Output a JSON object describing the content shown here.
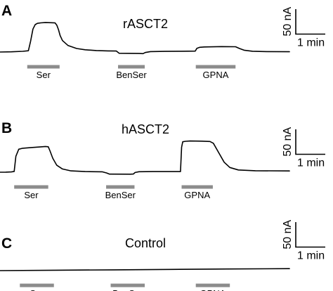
{
  "chart_data": [
    {
      "type": "line",
      "panel_letter": "A",
      "title": "rASCT2",
      "x_unit": "min",
      "y_unit": "nA",
      "xlim": [
        0,
        5.1
      ],
      "ylim": [
        -10,
        75
      ],
      "scale_bar": {
        "current_label": "50 nA",
        "current_value": 50,
        "time_label": "1 min",
        "time_value": 1
      },
      "applications": [
        {
          "label": "Ser",
          "start": 0.48,
          "end": 1.05
        },
        {
          "label": "BenSer",
          "start": 2.08,
          "end": 2.55
        },
        {
          "label": "GPNA",
          "start": 3.45,
          "end": 4.15
        }
      ],
      "series": [
        {
          "x": [
            0,
            0.2,
            0.4,
            0.5,
            0.54,
            0.58,
            0.62,
            0.66,
            0.72,
            0.8,
            0.9,
            0.97,
            1.0,
            1.03,
            1.06,
            1.1,
            1.2,
            1.35,
            1.5,
            1.7,
            1.9,
            2.05,
            2.1,
            2.45,
            2.52,
            2.56,
            2.65,
            2.9,
            3.2,
            3.44,
            3.47,
            3.52,
            3.6,
            3.9,
            4.15,
            4.22,
            4.3,
            4.45,
            4.7,
            5.1
          ],
          "y": [
            0,
            0.4,
            1.4,
            2.6,
            22,
            46,
            55,
            57.5,
            58.5,
            59,
            58.8,
            58.3,
            54,
            45,
            33,
            23,
            13,
            7,
            4.5,
            3,
            2.3,
            2,
            -2.5,
            -3,
            -3.2,
            -1,
            0.8,
            1.3,
            1.6,
            1.8,
            7.5,
            9.5,
            10.2,
            10.8,
            10.5,
            7,
            3.6,
            1.6,
            0.8,
            0.5
          ]
        }
      ]
    },
    {
      "type": "line",
      "panel_letter": "B",
      "title": "hASCT2",
      "x_unit": "min",
      "y_unit": "nA",
      "xlim": [
        0,
        5.1
      ],
      "ylim": [
        -10,
        75
      ],
      "scale_bar": {
        "current_label": "50 nA",
        "current_value": 50,
        "time_label": "1 min",
        "time_value": 1
      },
      "applications": [
        {
          "label": "Ser",
          "start": 0.25,
          "end": 0.85
        },
        {
          "label": "BenSer",
          "start": 1.87,
          "end": 2.37
        },
        {
          "label": "GPNA",
          "start": 3.2,
          "end": 3.75
        }
      ],
      "series": [
        {
          "x": [
            0,
            0.1,
            0.2,
            0.25,
            0.28,
            0.33,
            0.4,
            0.55,
            0.7,
            0.8,
            0.85,
            0.88,
            0.93,
            1.0,
            1.1,
            1.25,
            1.5,
            1.8,
            1.88,
            1.93,
            2.3,
            2.35,
            2.38,
            2.45,
            2.7,
            3.0,
            3.18,
            3.2,
            3.22,
            3.27,
            3.35,
            3.55,
            3.7,
            3.76,
            3.85,
            3.95,
            4.05,
            4.2,
            4.5,
            5.1
          ],
          "y": [
            0,
            0.1,
            0.5,
            1.5,
            32,
            46,
            48,
            49.5,
            50.5,
            51.5,
            51,
            43,
            28,
            14,
            6.5,
            2.7,
            1.2,
            0.9,
            -1.5,
            -3.8,
            -4,
            -3.6,
            -0.5,
            1,
            1.2,
            1.3,
            1.3,
            50,
            61,
            62,
            62.5,
            62.3,
            61.5,
            58,
            40,
            20,
            9.5,
            4.5,
            3,
            2.5
          ]
        }
      ]
    },
    {
      "type": "line",
      "panel_letter": "C",
      "title": "Control",
      "x_unit": "min",
      "y_unit": "nA",
      "xlim": [
        0,
        5.1
      ],
      "ylim": [
        -10,
        75
      ],
      "scale_bar": {
        "current_label": "50 nA",
        "current_value": 50,
        "time_label": "1 min",
        "time_value": 1
      },
      "applications": [
        {
          "label": "Ser",
          "start": 0.35,
          "end": 0.95
        },
        {
          "label": "BenSer",
          "start": 1.95,
          "end": 2.55
        },
        {
          "label": "GPNA",
          "start": 3.45,
          "end": 4.05
        }
      ],
      "series": [
        {
          "x": [
            0,
            1.0,
            2.0,
            3.0,
            4.0,
            5.1
          ],
          "y": [
            0,
            0.8,
            1.6,
            2.4,
            3.2,
            4
          ]
        }
      ]
    }
  ]
}
